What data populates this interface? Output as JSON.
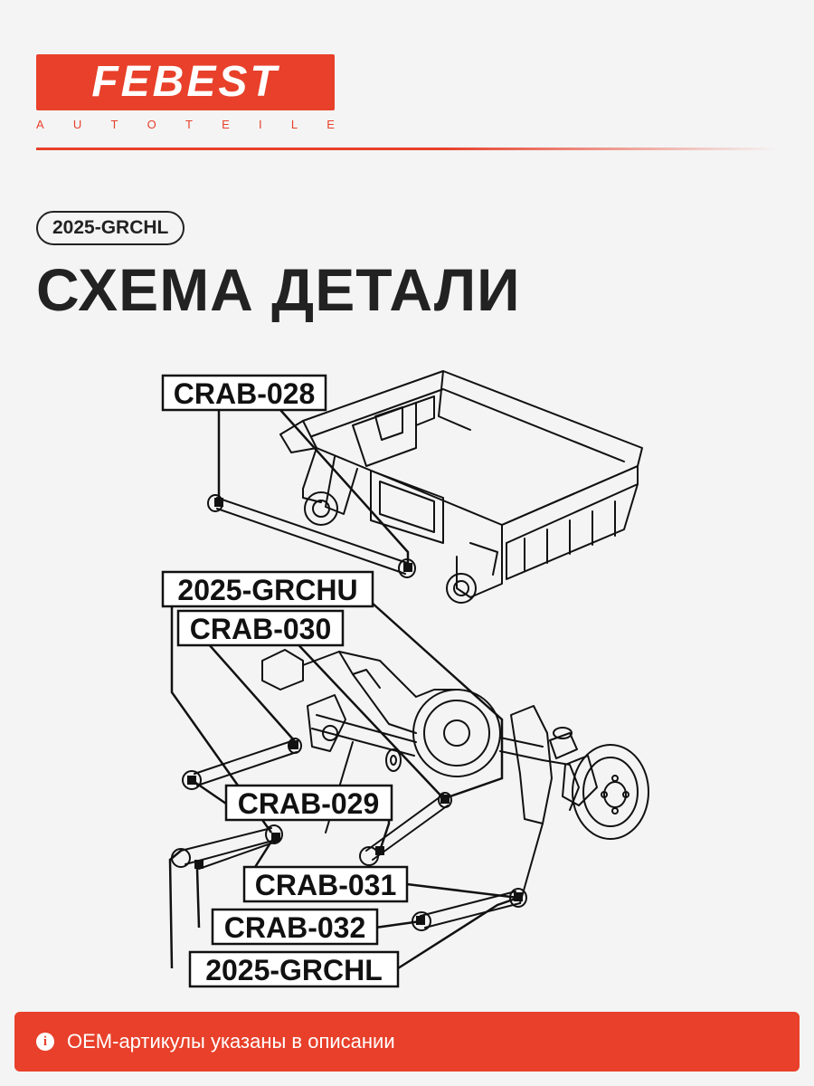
{
  "brand": {
    "name": "FEBEST",
    "tagline_letters": [
      "A",
      "U",
      "T",
      "O",
      "T",
      "E",
      "I",
      "L",
      "E"
    ],
    "accent_color": "#e8402a"
  },
  "header": {
    "part_number": "2025-GRCHL",
    "title": "СХЕМА ДЕТАЛИ"
  },
  "diagram": {
    "callouts": {
      "crab_028": "CRAB-028",
      "grchu": "2025-GRCHU",
      "crab_030": "CRAB-030",
      "crab_029": "CRAB-029",
      "crab_031": "CRAB-031",
      "crab_032": "CRAB-032",
      "grchl": "2025-GRCHL"
    }
  },
  "footer": {
    "icon": "info-icon",
    "text": "OEM-артикулы указаны в описании"
  }
}
